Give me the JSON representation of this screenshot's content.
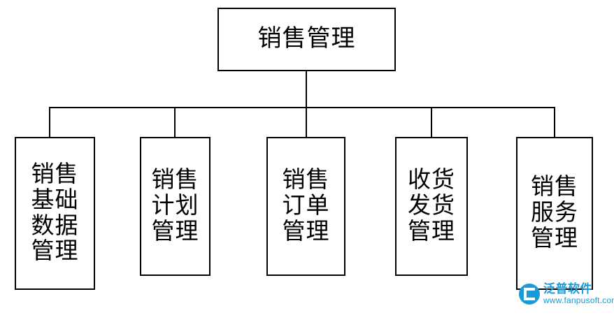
{
  "diagram": {
    "type": "tree",
    "root": {
      "label": "销售管理"
    },
    "children": [
      {
        "label": "销售\n基础\n数据\n管理"
      },
      {
        "label": "销售\n计划\n管理"
      },
      {
        "label": "销售\n订单\n管理"
      },
      {
        "label": "收货\n发货\n管理"
      },
      {
        "label": "销售\n服务\n管理"
      }
    ],
    "colors": {
      "line": "#000000",
      "box_fill": "#ffffff",
      "text": "#000000"
    }
  },
  "watermark": {
    "title": "泛普软件",
    "url": "www.fanpusoft.com",
    "color": "#1a9ad7"
  }
}
